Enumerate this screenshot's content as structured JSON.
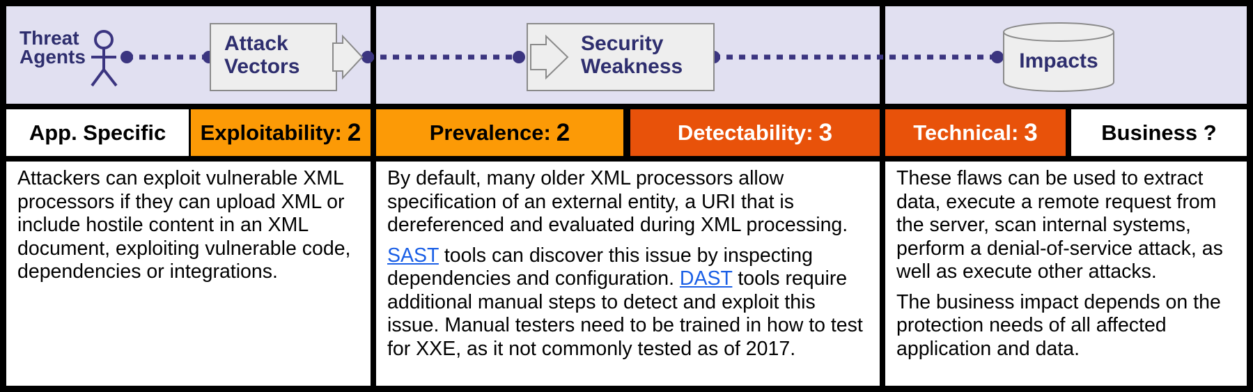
{
  "diagram": {
    "threat_agents": "Threat Agents",
    "attack_vectors": "Attack Vectors",
    "security_weakness": "Security Weakness",
    "impacts": "Impacts"
  },
  "ratings": {
    "app_specific": "App. Specific",
    "exploitability_label": "Exploitability:",
    "exploitability_value": "2",
    "prevalence_label": "Prevalence:",
    "prevalence_value": "2",
    "detectability_label": "Detectability:",
    "detectability_value": "3",
    "technical_label": "Technical:",
    "technical_value": "3",
    "business_label": "Business ?"
  },
  "descriptions": {
    "left": "Attackers can exploit vulnerable XML processors if they can upload XML or include hostile content in an XML document, exploiting vulnerable code, dependencies or integrations.",
    "middle_p1": "By default, many older XML processors allow specification of an external entity, a URI that is dereferenced and evaluated during XML processing.",
    "middle_p2_link1": "SAST",
    "middle_p2_part1": " tools can discover this issue by inspecting dependencies and configuration. ",
    "middle_p2_link2": "DAST",
    "middle_p2_part2": " tools require additional manual steps to detect and exploit this issue. Manual testers need to be trained in how to test for XXE, as it not commonly tested as of 2017.",
    "right_p1": "These flaws can be used to extract data, execute a remote request from the server, scan internal systems, perform a denial-of-service attack, as well as execute other attacks.",
    "right_p2": "The business impact depends on the protection needs of all affected application and data."
  },
  "colors": {
    "diagram_bg": "#e1e0f1",
    "diagram_ink": "#3b3580",
    "orange": "#fc9a06",
    "red_orange": "#e8520a"
  },
  "icons": [
    "person-icon",
    "arrow-right-icon",
    "database-icon"
  ]
}
